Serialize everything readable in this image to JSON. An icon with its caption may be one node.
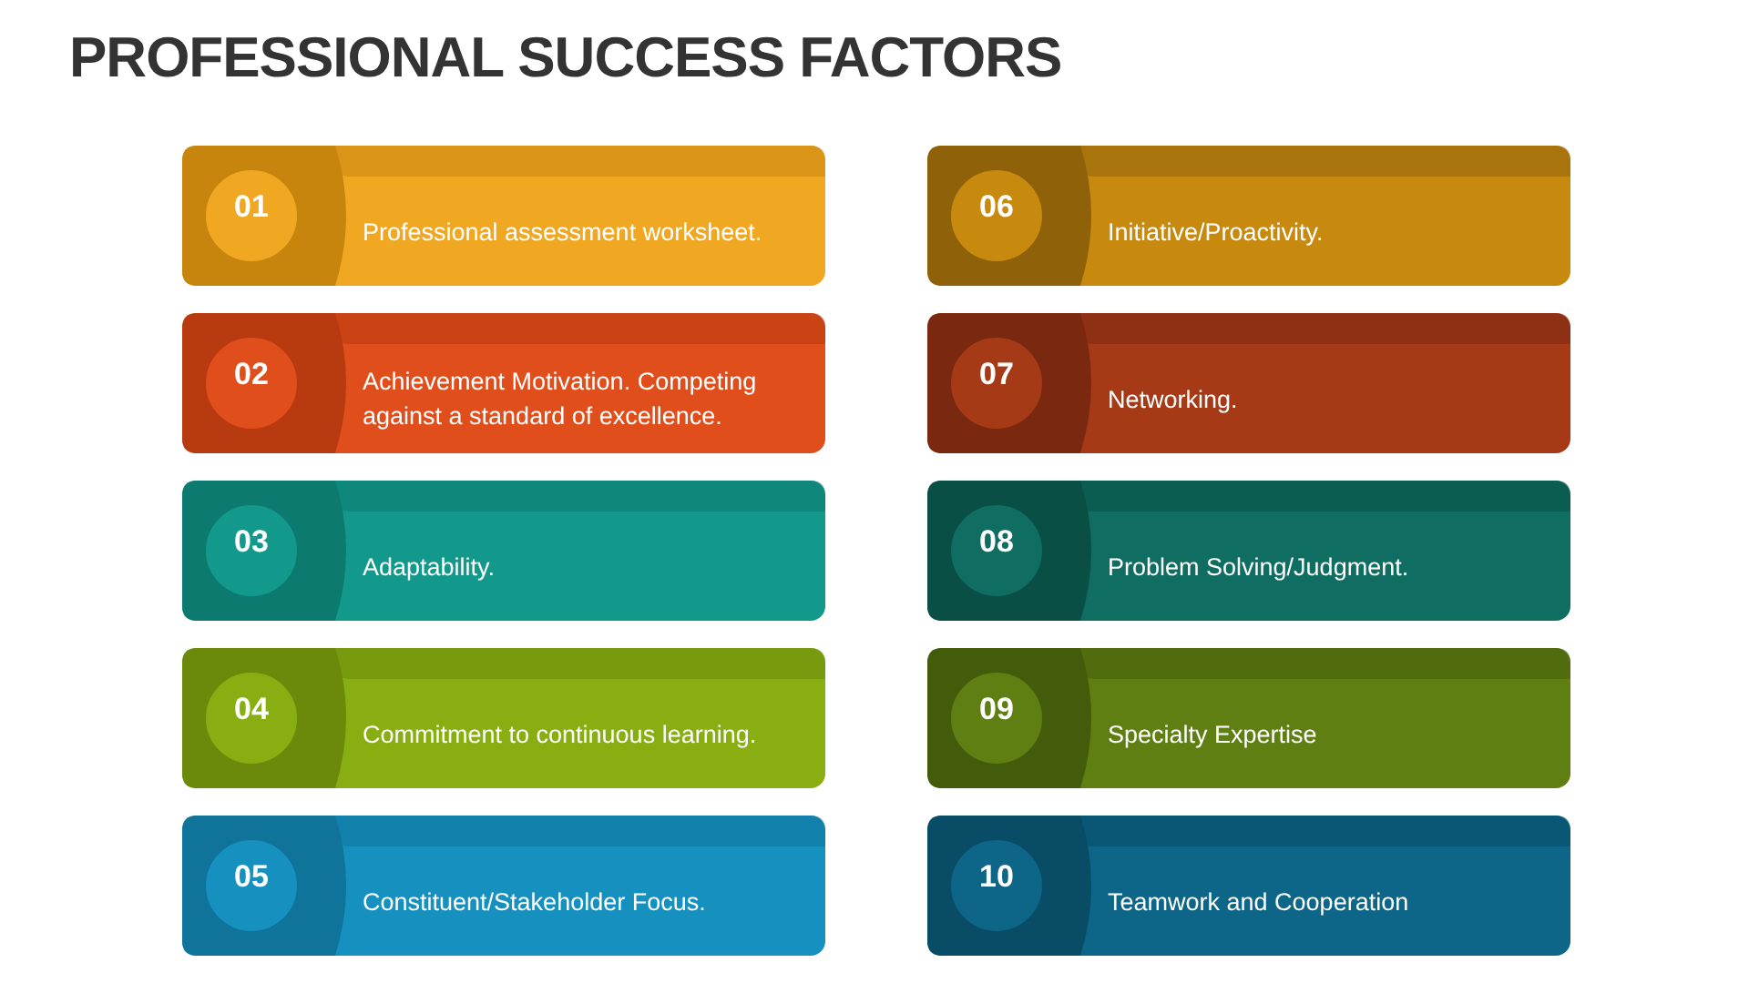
{
  "diagram": {
    "title": "PROFESSIONAL SUCCESS FACTORS",
    "nodes": [
      {
        "text": [
          "01",
          "Professional assessment worksheet."
        ]
      },
      {
        "text": [
          "02",
          "Achievement Motivation. Competing against a standard of excellence."
        ]
      },
      {
        "text": [
          "03",
          "Adaptability."
        ]
      },
      {
        "text": [
          "04",
          "Commitment to continuous learning."
        ]
      },
      {
        "text": [
          "05",
          "Constituent/Stakeholder Focus."
        ]
      },
      {
        "text": [
          "06",
          "Initiative/Proactivity."
        ]
      },
      {
        "text": [
          "07",
          "Networking."
        ]
      },
      {
        "text": [
          "08",
          "Problem Solving/Judgment."
        ]
      },
      {
        "text": [
          "09",
          "Specialty Expertise"
        ]
      },
      {
        "text": [
          "10",
          "Teamwork and Cooperation"
        ]
      }
    ]
  }
}
